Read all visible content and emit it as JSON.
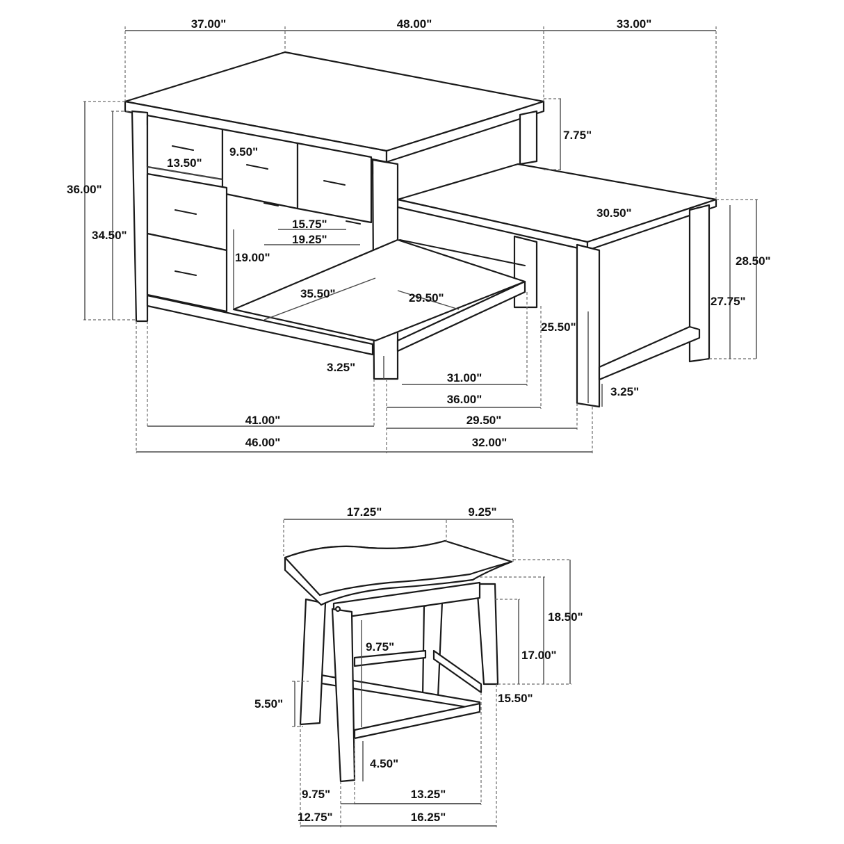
{
  "island": {
    "width_left": "37.00\"",
    "length": "48.00\"",
    "ext_width": "33.00\"",
    "top_thickness": "7.75\"",
    "overall_height": "36.00\"",
    "inner_height": "34.50\"",
    "drawer_width": "13.50\"",
    "drawer_height": "9.50\"",
    "inner_width_a": "15.75\"",
    "inner_width_b": "19.25\"",
    "shelf_height": "19.00\"",
    "shelf_depth": "35.50\"",
    "shelf_width": "29.50\"",
    "foot_height": "3.25\"",
    "base_span": "41.00\"",
    "base_overall": "46.00\""
  },
  "extension": {
    "top_depth": "30.50\"",
    "height_overall": "28.50\"",
    "height_inner": "27.75\"",
    "under_clearance": "25.50\"",
    "span_inner": "31.00\"",
    "span_outer": "36.00\"",
    "depth_inner": "29.50\"",
    "depth_outer": "32.00\"",
    "foot_height": "3.25\""
  },
  "stool": {
    "seat_width": "17.25\"",
    "seat_depth": "9.25\"",
    "height_overall": "18.50\"",
    "height_seat": "17.00\"",
    "height_leg": "15.50\"",
    "rail_gap": "9.75\"",
    "stretcher_height": "5.50\"",
    "foot_clearance": "4.50\"",
    "base_inner_depth": "9.75\"",
    "base_outer_depth": "12.75\"",
    "base_inner_width": "13.25\"",
    "base_outer_width": "16.25\""
  }
}
